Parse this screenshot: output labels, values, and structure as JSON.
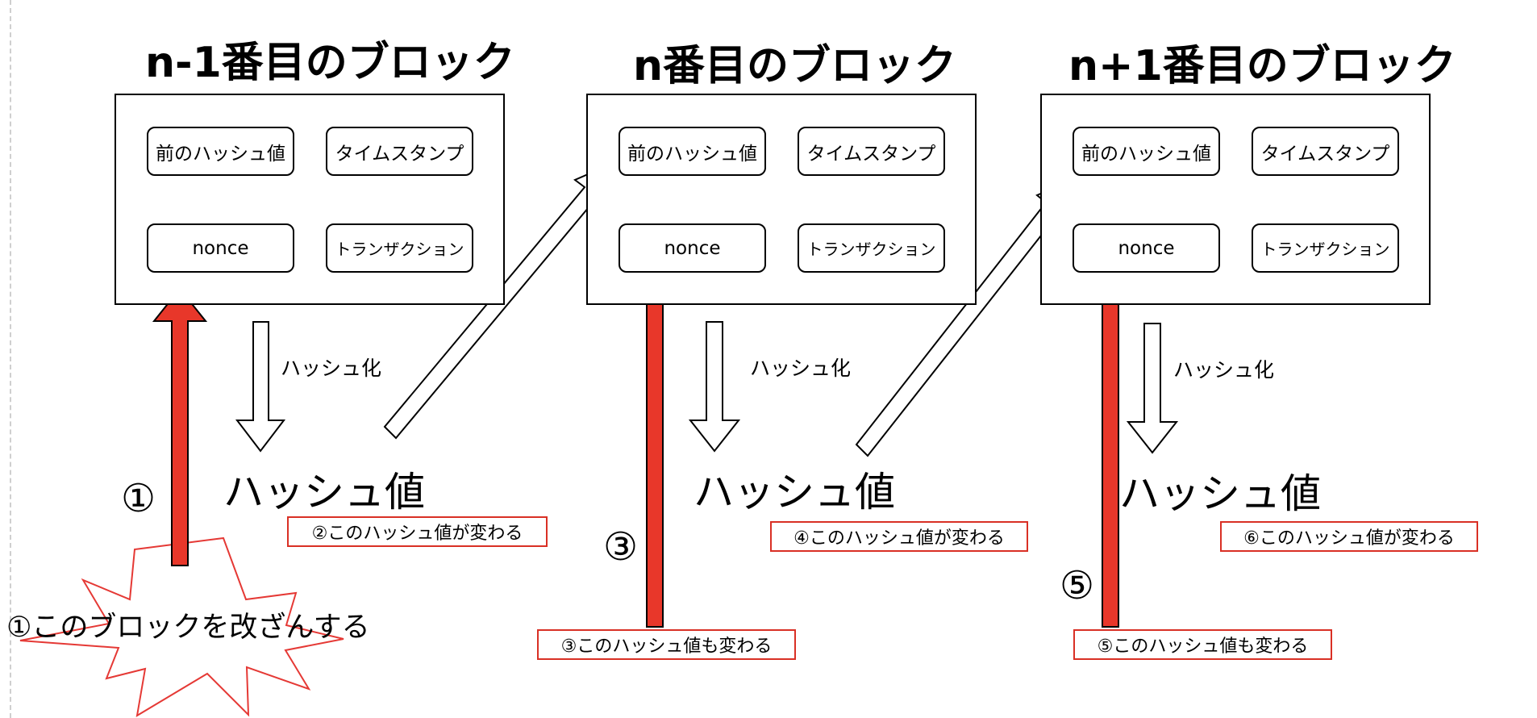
{
  "blocks": [
    {
      "title": "n-1番目のブロック",
      "fields": {
        "prev_hash": "前のハッシュ値",
        "timestamp": "タイムスタンプ",
        "nonce": "nonce",
        "transactions": "トランザクション"
      },
      "hash_label": "ハッシュ化",
      "hash_value": "ハッシュ値"
    },
    {
      "title": "n番目のブロック",
      "fields": {
        "prev_hash": "前のハッシュ値",
        "timestamp": "タイムスタンプ",
        "nonce": "nonce",
        "transactions": "トランザクション"
      },
      "hash_label": "ハッシュ化",
      "hash_value": "ハッシュ値"
    },
    {
      "title": "n+1番目のブロック",
      "fields": {
        "prev_hash": "前のハッシュ値",
        "timestamp": "タイムスタンプ",
        "nonce": "nonce",
        "transactions": "トランザクション"
      },
      "hash_label": "ハッシュ化",
      "hash_value": "ハッシュ値"
    }
  ],
  "notes": {
    "n2": "②このハッシュ値が変わる",
    "n3": "③このハッシュ値も変わる",
    "n4": "④このハッシュ値が変わる",
    "n5": "⑤このハッシュ値も変わる",
    "n6": "⑥このハッシュ値が変わる"
  },
  "steps": {
    "s1": "①",
    "s3": "③",
    "s5": "⑤"
  },
  "burst": {
    "text": "①このブロックを改ざんする"
  },
  "colors": {
    "tamper_arrow": "#e8372a",
    "note_border": "#d93025",
    "burst_outline": "#e53935",
    "outline": "#000000"
  }
}
